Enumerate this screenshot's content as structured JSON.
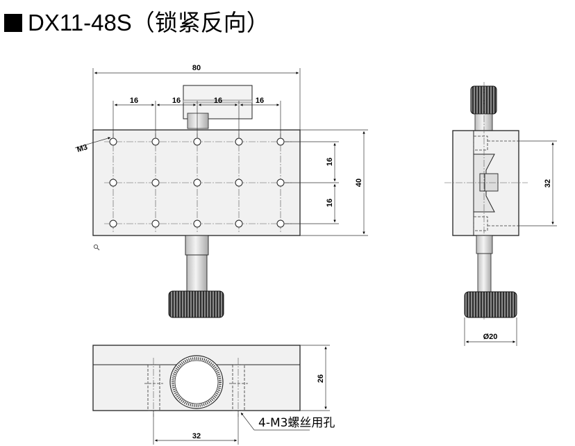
{
  "title": {
    "text": "DX11-48S（锁紧反向）"
  },
  "top_view": {
    "overall_width": "80",
    "hole_pitch_x": [
      "16",
      "16",
      "16",
      "16"
    ],
    "hole_pitch_y": [
      "16",
      "16"
    ],
    "overall_height": "40",
    "thread_callout": "M3"
  },
  "side_view": {
    "inner_height": "32",
    "knob_diameter": "Ø20"
  },
  "front_view": {
    "height": "26",
    "hole_spacing": "32",
    "hole_note": "4-M3螺丝用孔"
  },
  "icons": {
    "zoom": "magnifier-icon"
  }
}
